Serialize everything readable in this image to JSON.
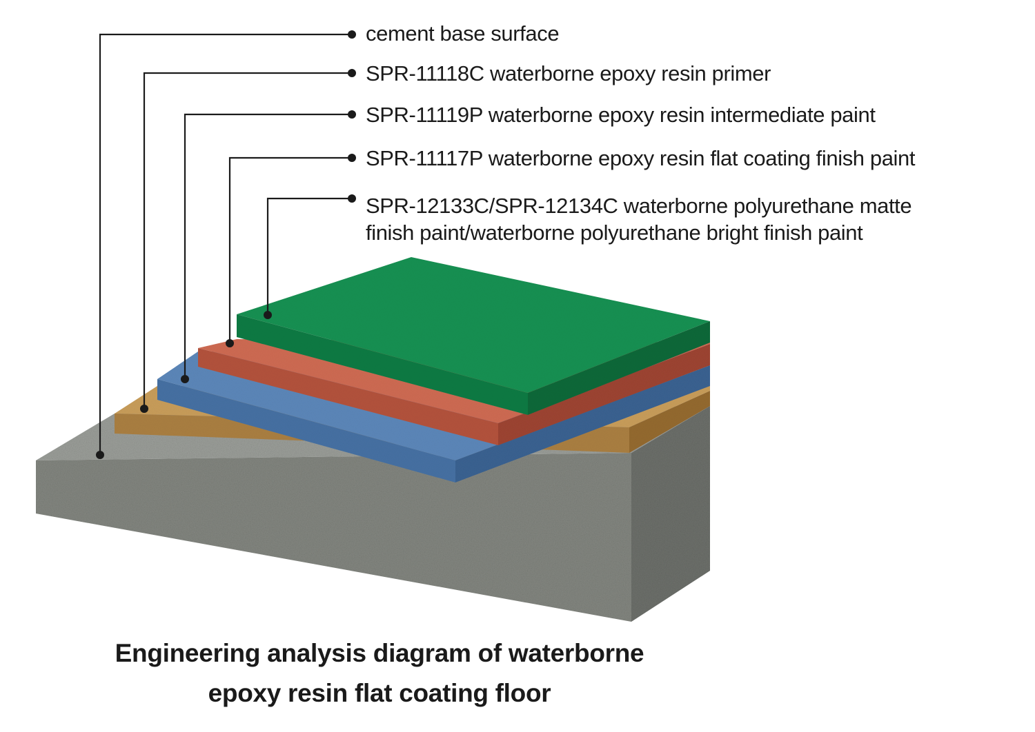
{
  "layers": [
    {
      "label": "cement base surface",
      "color": "#8c8f8a"
    },
    {
      "label": "SPR-11118C waterborne epoxy resin primer",
      "color": "#b5894a"
    },
    {
      "label": "SPR-11119P waterborne epoxy resin intermediate paint",
      "color": "#4f79ac"
    },
    {
      "label": "SPR-11117P waterborne epoxy resin flat coating finish paint",
      "color": "#c15e48"
    },
    {
      "label_line1": "SPR-12133C/SPR-12134C waterborne polyurethane matte",
      "label_line2": "finish paint/waterborne polyurethane bright finish paint",
      "color": "#15834a"
    }
  ],
  "title": {
    "line1": "Engineering analysis diagram of waterborne",
    "line2": "epoxy resin flat coating floor"
  }
}
